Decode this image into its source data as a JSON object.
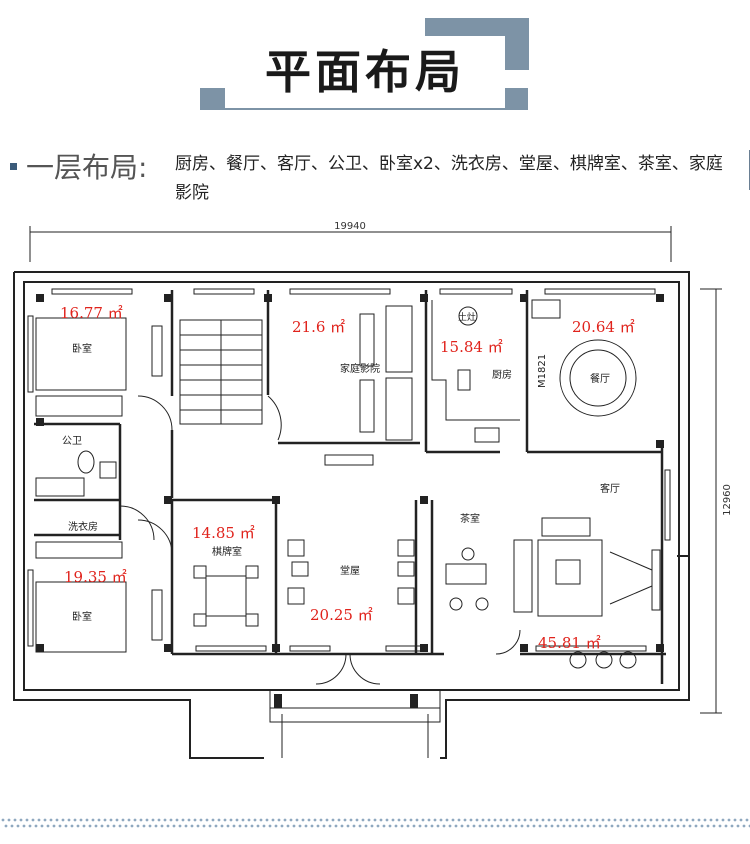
{
  "header": {
    "title": "平面布局"
  },
  "layout": {
    "label": "一层布局:",
    "rooms_text": "厨房、餐厅、客厅、公卫、卧室x2、洗衣房、堂屋、棋牌室、茶室、家庭影院"
  },
  "dimensions": {
    "width": "19940",
    "height": "12960"
  },
  "rooms": {
    "bedroom1": {
      "name": "卧室",
      "area": "16.77 ㎡"
    },
    "cinema": {
      "name": "家庭影院",
      "area": "21.6 ㎡"
    },
    "kitchen": {
      "name": "厨房",
      "area": "15.84 ㎡"
    },
    "dining": {
      "name": "餐厅",
      "area": "20.64 ㎡"
    },
    "toilet": {
      "name": "公卫"
    },
    "laundry": {
      "name": "洗衣房"
    },
    "bedroom2": {
      "name": "卧室",
      "area": "19.35 ㎡"
    },
    "chess": {
      "name": "棋牌室",
      "area": "14.85 ㎡"
    },
    "hall": {
      "name": "堂屋",
      "area": "20.25 ㎡"
    },
    "tea": {
      "name": "茶室"
    },
    "living": {
      "name": "客厅",
      "area": "45.81 ㎡"
    }
  },
  "labels": {
    "door_code": "M1821",
    "stove": "土灶"
  },
  "colors": {
    "accent": "#7d93a6",
    "area_text": "#e0231c",
    "wall": "#222222"
  }
}
